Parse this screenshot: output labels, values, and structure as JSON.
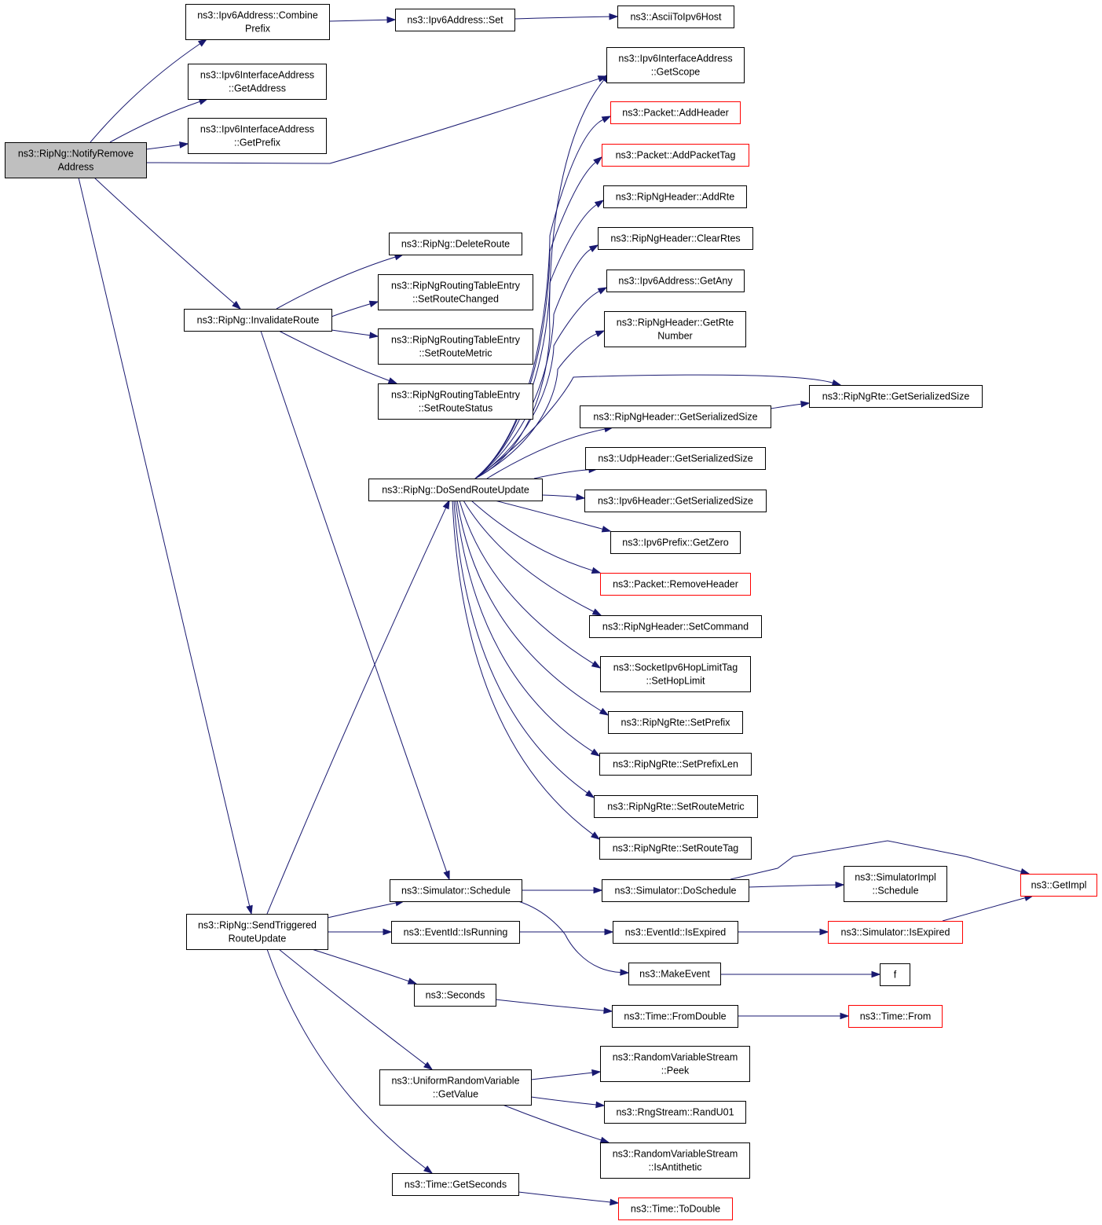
{
  "graph": {
    "colors": {
      "edge": "#191970",
      "root_fill": "#bfbfbf",
      "truncated_border": "#ff0000",
      "border": "#000000"
    },
    "nodes": {
      "root": {
        "lines": [
          "ns3::RipNg::NotifyRemove",
          "Address"
        ],
        "kind": "root"
      },
      "combine": {
        "lines": [
          "ns3::Ipv6Address::Combine",
          "Prefix"
        ]
      },
      "set": {
        "lines": [
          "ns3::Ipv6Address::Set"
        ]
      },
      "ascii": {
        "lines": [
          "ns3::AsciiToIpv6Host"
        ]
      },
      "getaddr": {
        "lines": [
          "ns3::Ipv6InterfaceAddress",
          "::GetAddress"
        ]
      },
      "getprefix": {
        "lines": [
          "ns3::Ipv6InterfaceAddress",
          "::GetPrefix"
        ]
      },
      "getscope": {
        "lines": [
          "ns3::Ipv6InterfaceAddress",
          "::GetScope"
        ]
      },
      "addheader": {
        "lines": [
          "ns3::Packet::AddHeader"
        ],
        "kind": "trunc"
      },
      "addpackettag": {
        "lines": [
          "ns3::Packet::AddPacketTag"
        ],
        "kind": "trunc"
      },
      "addrte": {
        "lines": [
          "ns3::RipNgHeader::AddRte"
        ]
      },
      "clearrtes": {
        "lines": [
          "ns3::RipNgHeader::ClearRtes"
        ]
      },
      "getany": {
        "lines": [
          "ns3::Ipv6Address::GetAny"
        ]
      },
      "getrtenum": {
        "lines": [
          "ns3::RipNgHeader::GetRte",
          "Number"
        ]
      },
      "rte_ser": {
        "lines": [
          "ns3::RipNgRte::GetSerializedSize"
        ]
      },
      "hdr_ser": {
        "lines": [
          "ns3::RipNgHeader::GetSerializedSize"
        ]
      },
      "udp_ser": {
        "lines": [
          "ns3::UdpHeader::GetSerializedSize"
        ]
      },
      "ipv6_ser": {
        "lines": [
          "ns3::Ipv6Header::GetSerializedSize"
        ]
      },
      "getzero": {
        "lines": [
          "ns3::Ipv6Prefix::GetZero"
        ]
      },
      "removeheader": {
        "lines": [
          "ns3::Packet::RemoveHeader"
        ],
        "kind": "trunc"
      },
      "setcommand": {
        "lines": [
          "ns3::RipNgHeader::SetCommand"
        ]
      },
      "sethoplimit": {
        "lines": [
          "ns3::SocketIpv6HopLimitTag",
          "::SetHopLimit"
        ]
      },
      "setprefix": {
        "lines": [
          "ns3::RipNgRte::SetPrefix"
        ]
      },
      "setprefixlen": {
        "lines": [
          "ns3::RipNgRte::SetPrefixLen"
        ]
      },
      "setroutemetric_rte": {
        "lines": [
          "ns3::RipNgRte::SetRouteMetric"
        ]
      },
      "setroutetag": {
        "lines": [
          "ns3::RipNgRte::SetRouteTag"
        ]
      },
      "deleteroute": {
        "lines": [
          "ns3::RipNg::DeleteRoute"
        ]
      },
      "invalidate": {
        "lines": [
          "ns3::RipNg::InvalidateRoute"
        ]
      },
      "setroutechanged": {
        "lines": [
          "ns3::RipNgRoutingTableEntry",
          "::SetRouteChanged"
        ]
      },
      "setroutemetric": {
        "lines": [
          "ns3::RipNgRoutingTableEntry",
          "::SetRouteMetric"
        ]
      },
      "setroutestatus": {
        "lines": [
          "ns3::RipNgRoutingTableEntry",
          "::SetRouteStatus"
        ]
      },
      "dosend": {
        "lines": [
          "ns3::RipNg::DoSendRouteUpdate"
        ]
      },
      "schedule": {
        "lines": [
          "ns3::Simulator::Schedule"
        ]
      },
      "doschedule": {
        "lines": [
          "ns3::Simulator::DoSchedule"
        ]
      },
      "implschedule": {
        "lines": [
          "ns3::SimulatorImpl",
          "::Schedule"
        ]
      },
      "getimpl": {
        "lines": [
          "ns3::GetImpl"
        ],
        "kind": "trunc"
      },
      "sendtrig": {
        "lines": [
          "ns3::RipNg::SendTriggered",
          "RouteUpdate"
        ]
      },
      "isrunning": {
        "lines": [
          "ns3::EventId::IsRunning"
        ]
      },
      "isexpired": {
        "lines": [
          "ns3::EventId::IsExpired"
        ]
      },
      "simexpired": {
        "lines": [
          "ns3::Simulator::IsExpired"
        ],
        "kind": "trunc"
      },
      "makeevent": {
        "lines": [
          "ns3::MakeEvent"
        ]
      },
      "f": {
        "lines": [
          "f"
        ]
      },
      "seconds": {
        "lines": [
          "ns3::Seconds"
        ]
      },
      "fromdouble": {
        "lines": [
          "ns3::Time::FromDouble"
        ]
      },
      "timefrom": {
        "lines": [
          "ns3::Time::From"
        ],
        "kind": "trunc"
      },
      "urvget": {
        "lines": [
          "ns3::UniformRandomVariable",
          "::GetValue"
        ]
      },
      "peek": {
        "lines": [
          "ns3::RandomVariableStream",
          "::Peek"
        ]
      },
      "randu01": {
        "lines": [
          "ns3::RngStream::RandU01"
        ]
      },
      "isanti": {
        "lines": [
          "ns3::RandomVariableStream",
          "::IsAntithetic"
        ]
      },
      "getseconds": {
        "lines": [
          "ns3::Time::GetSeconds"
        ]
      },
      "todouble": {
        "lines": [
          "ns3::Time::ToDouble"
        ],
        "kind": "trunc"
      }
    },
    "edges": [
      [
        "root",
        "combine"
      ],
      [
        "root",
        "getaddr"
      ],
      [
        "root",
        "getprefix"
      ],
      [
        "root",
        "getscope"
      ],
      [
        "root",
        "invalidate"
      ],
      [
        "root",
        "sendtrig"
      ],
      [
        "combine",
        "set"
      ],
      [
        "set",
        "ascii"
      ],
      [
        "invalidate",
        "deleteroute"
      ],
      [
        "invalidate",
        "setroutechanged"
      ],
      [
        "invalidate",
        "setroutemetric"
      ],
      [
        "invalidate",
        "setroutestatus"
      ],
      [
        "invalidate",
        "schedule"
      ],
      [
        "dosend",
        "getscope"
      ],
      [
        "dosend",
        "addheader"
      ],
      [
        "dosend",
        "addpackettag"
      ],
      [
        "dosend",
        "addrte"
      ],
      [
        "dosend",
        "clearrtes"
      ],
      [
        "dosend",
        "getany"
      ],
      [
        "dosend",
        "getrtenum"
      ],
      [
        "dosend",
        "rte_ser"
      ],
      [
        "dosend",
        "hdr_ser"
      ],
      [
        "dosend",
        "udp_ser"
      ],
      [
        "dosend",
        "ipv6_ser"
      ],
      [
        "dosend",
        "getzero"
      ],
      [
        "dosend",
        "removeheader"
      ],
      [
        "dosend",
        "setcommand"
      ],
      [
        "dosend",
        "sethoplimit"
      ],
      [
        "dosend",
        "setprefix"
      ],
      [
        "dosend",
        "setprefixlen"
      ],
      [
        "dosend",
        "setroutemetric_rte"
      ],
      [
        "dosend",
        "setroutetag"
      ],
      [
        "hdr_ser",
        "rte_ser"
      ],
      [
        "sendtrig",
        "dosend"
      ],
      [
        "sendtrig",
        "schedule"
      ],
      [
        "sendtrig",
        "isrunning"
      ],
      [
        "sendtrig",
        "seconds"
      ],
      [
        "sendtrig",
        "urvget"
      ],
      [
        "sendtrig",
        "getseconds"
      ],
      [
        "schedule",
        "doschedule"
      ],
      [
        "schedule",
        "makeevent"
      ],
      [
        "doschedule",
        "implschedule"
      ],
      [
        "doschedule",
        "getimpl"
      ],
      [
        "isrunning",
        "isexpired"
      ],
      [
        "isexpired",
        "simexpired"
      ],
      [
        "simexpired",
        "getimpl"
      ],
      [
        "makeevent",
        "f"
      ],
      [
        "seconds",
        "fromdouble"
      ],
      [
        "fromdouble",
        "timefrom"
      ],
      [
        "urvget",
        "peek"
      ],
      [
        "urvget",
        "randu01"
      ],
      [
        "urvget",
        "isanti"
      ],
      [
        "getseconds",
        "todouble"
      ]
    ]
  }
}
